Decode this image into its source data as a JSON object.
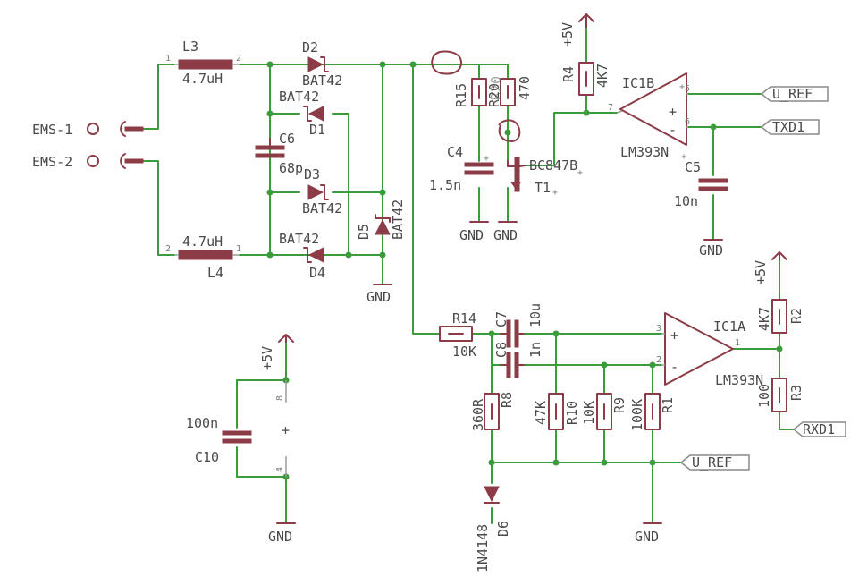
{
  "parts": {
    "L3": {
      "name": "L3",
      "value": "4.7uH"
    },
    "L4": {
      "name": "L4",
      "value": "4.7uH"
    },
    "D1": {
      "name": "D1",
      "value": "BAT42"
    },
    "D2": {
      "name": "D2",
      "value": "BAT42"
    },
    "D3": {
      "name": "D3",
      "value": "BAT42"
    },
    "D4": {
      "name": "D4",
      "value": "BAT42"
    },
    "D5": {
      "name": "D5",
      "value": "BAT42"
    },
    "D6": {
      "name": "D6",
      "value": "1N4148"
    },
    "C4": {
      "name": "C4",
      "value": "1.5n"
    },
    "C5": {
      "name": "C5",
      "value": "10n"
    },
    "C6": {
      "name": "C6",
      "value": "68p"
    },
    "C7": {
      "name": "C7",
      "value": "10u"
    },
    "C8": {
      "name": "C8",
      "value": "1n"
    },
    "C10": {
      "name": "C10",
      "value": "100n"
    },
    "R1": {
      "name": "R1",
      "value": "100K"
    },
    "R2": {
      "name": "R2",
      "value": "4K7"
    },
    "R3": {
      "name": "R3",
      "value": "100"
    },
    "R4": {
      "name": "R4",
      "value": "4K7"
    },
    "R8": {
      "name": "R8",
      "value": "360R"
    },
    "R9": {
      "name": "R9",
      "value": "10K"
    },
    "R10": {
      "name": "R10",
      "value": "47K"
    },
    "R14": {
      "name": "R14",
      "value": "10K"
    },
    "R15": {
      "name": "R15"
    },
    "R20": {
      "name": "R20",
      "value": "470"
    },
    "T1": {
      "name": "T1",
      "value": "BC847B"
    },
    "IC1A": {
      "name": "IC1A",
      "value": "LM393N"
    },
    "IC1B": {
      "name": "IC1B",
      "value": "LM393N"
    }
  },
  "connectors": {
    "ems1": "EMS-1",
    "ems2": "EMS-2"
  },
  "nets": {
    "gnd": "GND",
    "vcc": "+5V",
    "uref": "U_REF",
    "txd": "TXD1",
    "rxd": "RXD1"
  },
  "pins": {
    "p1": "1",
    "p2": "2",
    "p3": "3",
    "p4": "4",
    "p5": "5",
    "p6": "6",
    "p7": "7",
    "p8": "8",
    "plus": "+",
    "minus": "-"
  },
  "colors": {
    "wire": "#3c9c3c",
    "part": "#8c3c46",
    "text": "#4a4a4a"
  }
}
